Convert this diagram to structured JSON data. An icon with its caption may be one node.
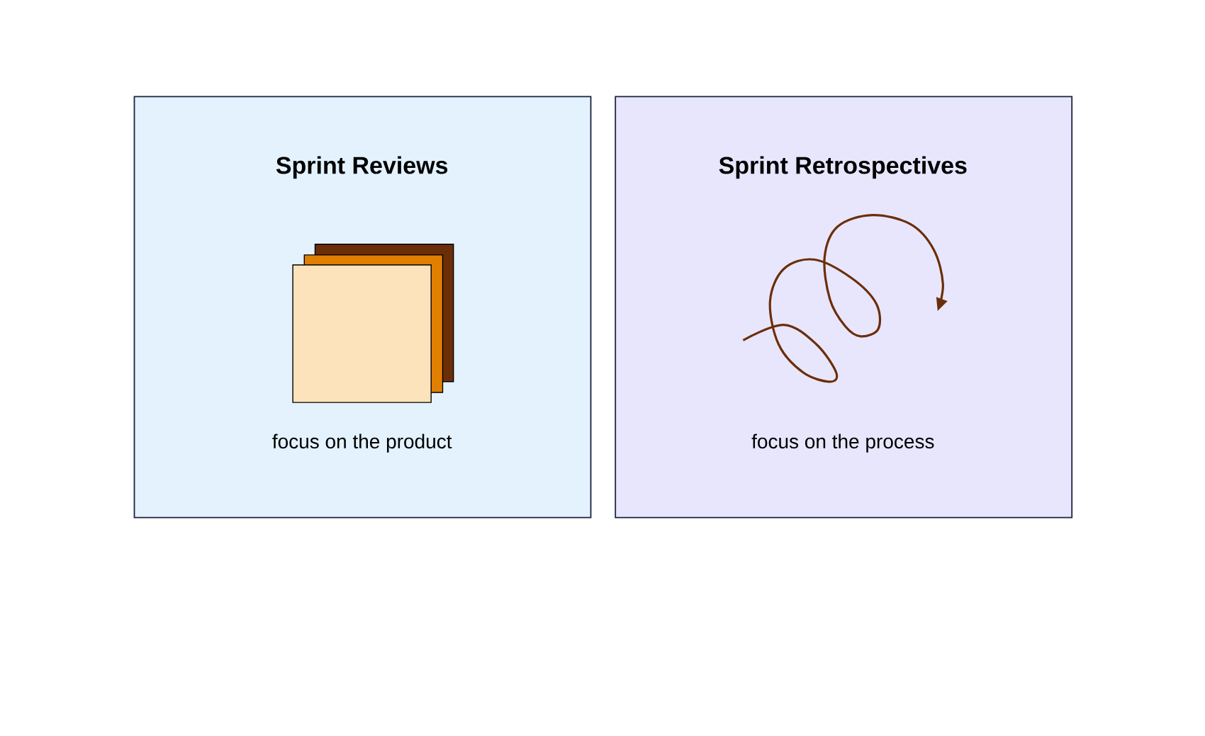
{
  "diagram": {
    "nodes": [
      {
        "text": [
          "Sprint Reviews",
          "focus on the product"
        ]
      },
      {
        "text": [
          "Sprint Retrospectives",
          "focus on the process"
        ]
      }
    ]
  }
}
